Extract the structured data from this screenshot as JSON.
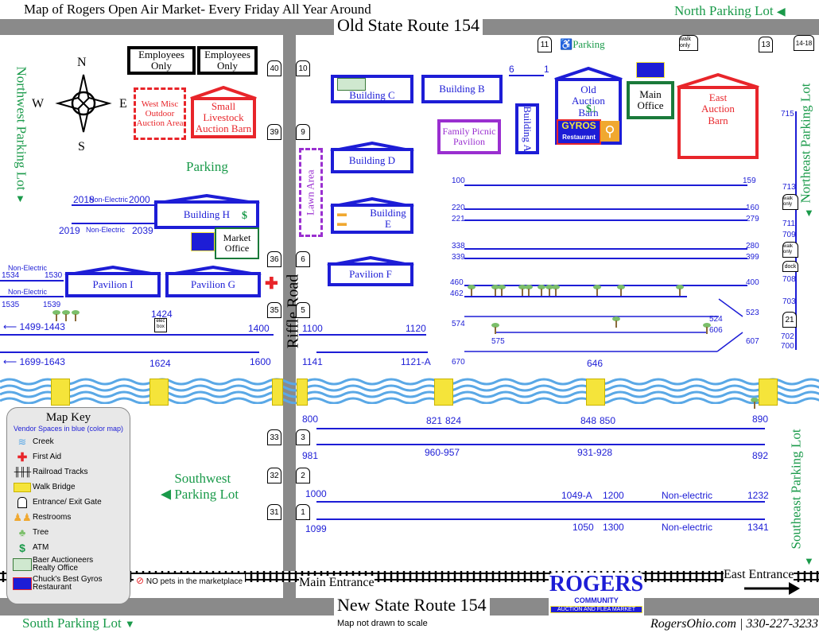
{
  "title": "Map of Rogers Open Air Market- Every Friday All Year Around",
  "roads": {
    "north": "Old State Route 154",
    "south": "New State Route 154",
    "riffle": "Riffle Road"
  },
  "lots": {
    "north": "North Parking Lot",
    "northwest": "Northwest Parking Lot",
    "northeast": "Northeast Parking Lot",
    "southeast": "Southeast Parking Lot",
    "southwest": "Southwest Parking Lot",
    "south": "South Parking Lot",
    "parking": "Parking",
    "handicap": "Parking"
  },
  "buildings": {
    "employees1": "Employees Only",
    "employees2": "Employees Only",
    "west_misc": "West Misc Outdoor Auction Area",
    "small_livestock": "Small Livestock Auction Barn",
    "building_c": "Building C",
    "building_b": "Building B",
    "building_a": "Building A",
    "old_auction": "Old Auction Barn",
    "main_office": "Main Office",
    "east_auction": "East Auction Barn",
    "family_picnic": "Family Picnic Pavilion",
    "building_d": "Building D",
    "building_e": "Building E",
    "building_h": "Building H",
    "market_office": "Market Office",
    "pavilion_i": "Pavilion I",
    "pavilion_g": "Pavilion G",
    "pavilion_f": "Pavilion F",
    "lawn_area": "Lawn Area",
    "gyros": "GYROS",
    "gyros_sub": "Restaurant"
  },
  "compass": {
    "n": "N",
    "s": "S",
    "e": "E",
    "w": "W"
  },
  "gates": [
    "40",
    "10",
    "39",
    "9",
    "36",
    "6",
    "35",
    "5",
    "33",
    "3",
    "32",
    "2",
    "31",
    "1",
    "11",
    "13",
    "21"
  ],
  "gate_small": {
    "g14_18": "14-18",
    "walk_only": "walk only",
    "dock": "dock",
    "elec_box": "elec box"
  },
  "vendor_numbers": {
    "n2018": "2018",
    "ne_top": "Non-Electric",
    "n2000": "2000",
    "n2019": "2019",
    "ne_bot": "Non-Electric",
    "n2039": "2039",
    "ne1": "Non-Electric",
    "n1534": "1534",
    "n1530": "1530",
    "ne2": "Non-Electric",
    "n1535": "1535",
    "n1539": "1539",
    "n1424": "1424",
    "n1499": "1499-1443",
    "n1400": "1400",
    "n1699": "1699-1643",
    "n1624": "1624",
    "n1600": "1600",
    "n1100": "1100",
    "n1120": "1120",
    "n1141": "1141",
    "n1121a": "1121-A",
    "n100": "100",
    "n159": "159",
    "n220": "220",
    "n160": "160",
    "n221": "221",
    "n279": "279",
    "n338": "338",
    "n280": "280",
    "n339": "339",
    "n399": "399",
    "n460": "460",
    "n400": "400",
    "n462": "462",
    "n523": "523",
    "n574": "574",
    "n524": "524",
    "n606": "606",
    "n575": "575",
    "n607": "607",
    "n670": "670",
    "n646": "646",
    "n6": "6",
    "n1": "1",
    "n715": "715",
    "n713": "713",
    "n711": "711",
    "n709": "709",
    "n708": "708",
    "n703": "703",
    "n702": "702",
    "n700": "700",
    "n800": "800",
    "n821": "821",
    "n824": "824",
    "n848": "848",
    "n850": "850",
    "n890": "890",
    "n981": "981",
    "n960": "960-957",
    "n931": "931-928",
    "n892": "892",
    "n1000": "1000",
    "n1049a": "1049-A",
    "n1200": "1200",
    "ne_s1": "Non-electric",
    "n1232": "1232",
    "n1099": "1099",
    "n1050": "1050",
    "n1300": "1300",
    "ne_s2": "Non-electric",
    "n1341": "1341"
  },
  "key": {
    "title": "Map Key",
    "subtitle": "Vendor Spaces in blue (color map)",
    "items": [
      "Creek",
      "First Aid",
      "Railroad Tracks",
      "Walk Bridge",
      "Entrance/ Exit Gate",
      "Restrooms",
      "Tree",
      "ATM",
      "Baer Auctioneers Realty Office",
      "Chuck's Best Gyros Restaurant"
    ]
  },
  "no_pets": "NO pets in the marketplace",
  "main_entrance": "Main Entrance",
  "east_entrance": "East Entrance",
  "not_to_scale": "Map not drawn to scale",
  "logo": {
    "name": "ROGERS",
    "sub1": "COMMUNITY",
    "sub2": "AUCTION AND FLEA MARKET"
  },
  "website": "RogersOhio.com",
  "phone": "330-227-3233",
  "colors": {
    "vendor_blue": "#1d1dd6",
    "lot_green": "#1a9a4a",
    "barn_red": "#e8252a",
    "picnic_purple": "#9a2fd0",
    "road_gray": "#8a8a8a",
    "creek_blue": "#5aa8e6",
    "bridge_yellow": "#f5e43a"
  }
}
